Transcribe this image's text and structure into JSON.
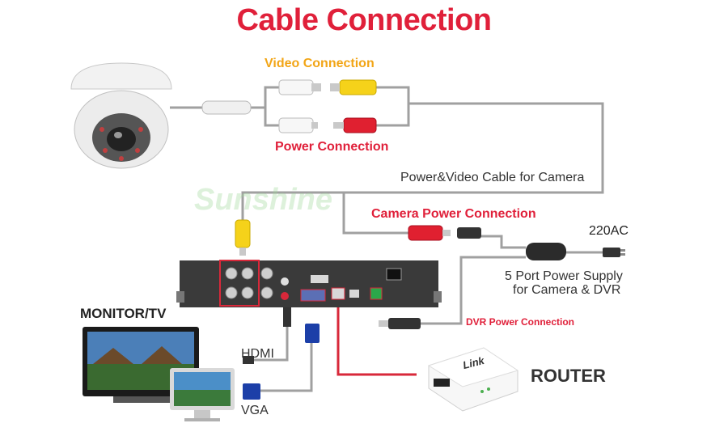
{
  "title": "Cable Connection",
  "labels": {
    "video_connection": "Video Connection",
    "power_connection": "Power Connection",
    "power_video_cable": "Power&Video Cable for Camera",
    "camera_power_connection": "Camera Power Connection",
    "ac_220": "220AC",
    "power_supply_line1": "5 Port Power Supply",
    "power_supply_line2": "for Camera & DVR",
    "monitor_tv": "MONITOR/TV",
    "hdmi": "HDMI",
    "vga": "VGA",
    "dvr_power_connection": "DVR Power Connection",
    "router": "ROUTER",
    "router_brand": "Link",
    "watermark": "Sunshine"
  },
  "colors": {
    "title": "#e0203a",
    "orange_label": "#f2a516",
    "red_label": "#e0203a",
    "cable_gray": "#9a9a9a",
    "cable_red": "#d8283a",
    "rca_yellow": "#f5d21a",
    "rca_red": "#e02030",
    "vga_blue": "#1c3fa8"
  }
}
